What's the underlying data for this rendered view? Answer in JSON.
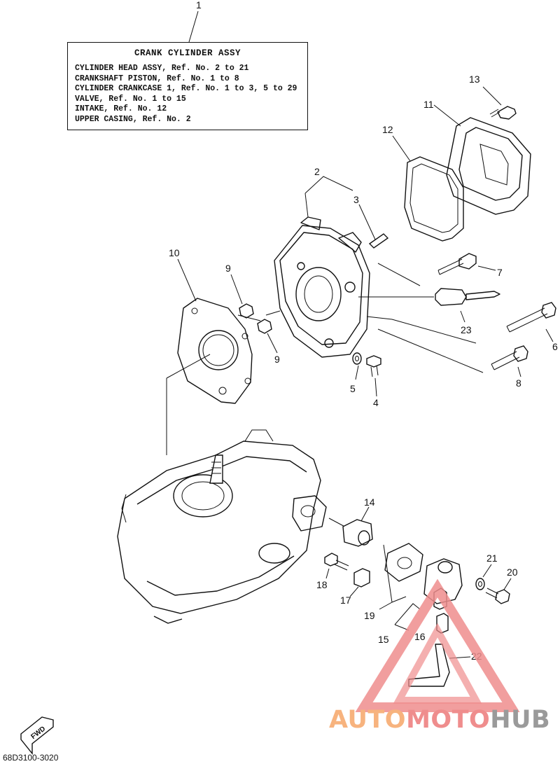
{
  "legend": {
    "callout": "1",
    "title": "CRANK CYLINDER ASSY",
    "lines": [
      "CYLINDER HEAD ASSY,  Ref. No. 2 to 21",
      "CRANKSHAFT PISTON,  Ref. No. 1 to 8",
      "CYLINDER CRANKCASE 1, Ref. No. 1 to 3, 5 to 29",
      "VALVE,  Ref. No. 1 to 15",
      "INTAKE, Ref. No. 12",
      "UPPER CASING, Ref. No. 2"
    ]
  },
  "callouts": {
    "c2": "2",
    "c3": "3",
    "c4": "4",
    "c5": "5",
    "c6": "6",
    "c7": "7",
    "c8": "8",
    "c9a": "9",
    "c9b": "9",
    "c10": "10",
    "c11": "11",
    "c12": "12",
    "c13": "13",
    "c14": "14",
    "c15": "15",
    "c16": "16",
    "c17": "17",
    "c18": "18",
    "c19": "19",
    "c20": "20",
    "c21": "21",
    "c22": "22",
    "c23": "23"
  },
  "fwd_label": "FWD",
  "drawing_code": "68D3100-3020",
  "watermark": {
    "part1": "AUTO",
    "part2": "MOTO",
    "part3": "HUB",
    "color1": "#f7b37e",
    "color2": "#ef8d8d",
    "color3": "#9a9a9a"
  }
}
